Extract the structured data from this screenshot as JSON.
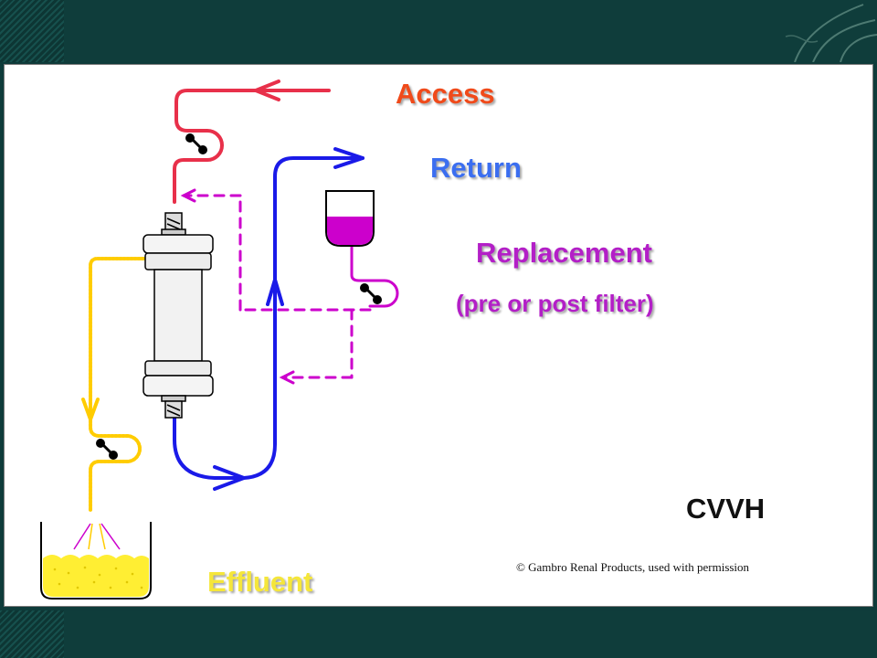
{
  "labels": {
    "access": "Access",
    "return": "Return",
    "replacement": "Replacement",
    "replacement_note": "(pre or post filter)",
    "effluent": "Effluent",
    "mode": "CVVH",
    "credit": "© Gambro Renal Products, used with permission"
  },
  "colors": {
    "access": "#e8304a",
    "access_text": "#f04a1a",
    "return": "#1a1ae8",
    "return_text": "#3b6ef0",
    "replacement": "#cc00cc",
    "replacement_text": "#b31fc7",
    "effluent": "#ffd400",
    "effluent_text": "#f5e63a",
    "background": "#0f3d3b"
  },
  "icons": [
    "pump-icon",
    "filter-icon",
    "replacement-bag-icon",
    "effluent-container-icon"
  ]
}
